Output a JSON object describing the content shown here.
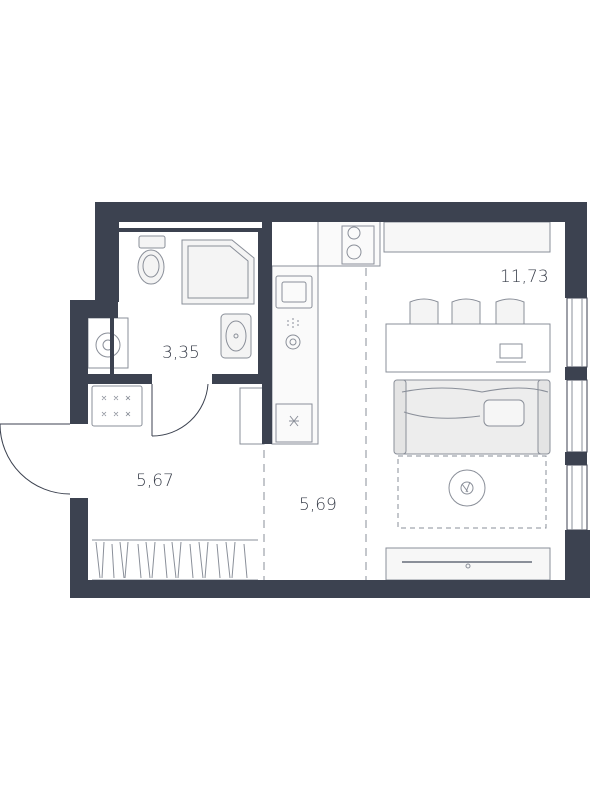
{
  "rooms": [
    {
      "id": "bathroom",
      "area": "3,35"
    },
    {
      "id": "hallway",
      "area": "5,67"
    },
    {
      "id": "kitchen",
      "area": "5,69"
    },
    {
      "id": "living",
      "area": "11,73"
    }
  ],
  "colors": {
    "wall": "#3c4250",
    "line": "#8a8f99",
    "furniture_fill": "#ededed"
  }
}
